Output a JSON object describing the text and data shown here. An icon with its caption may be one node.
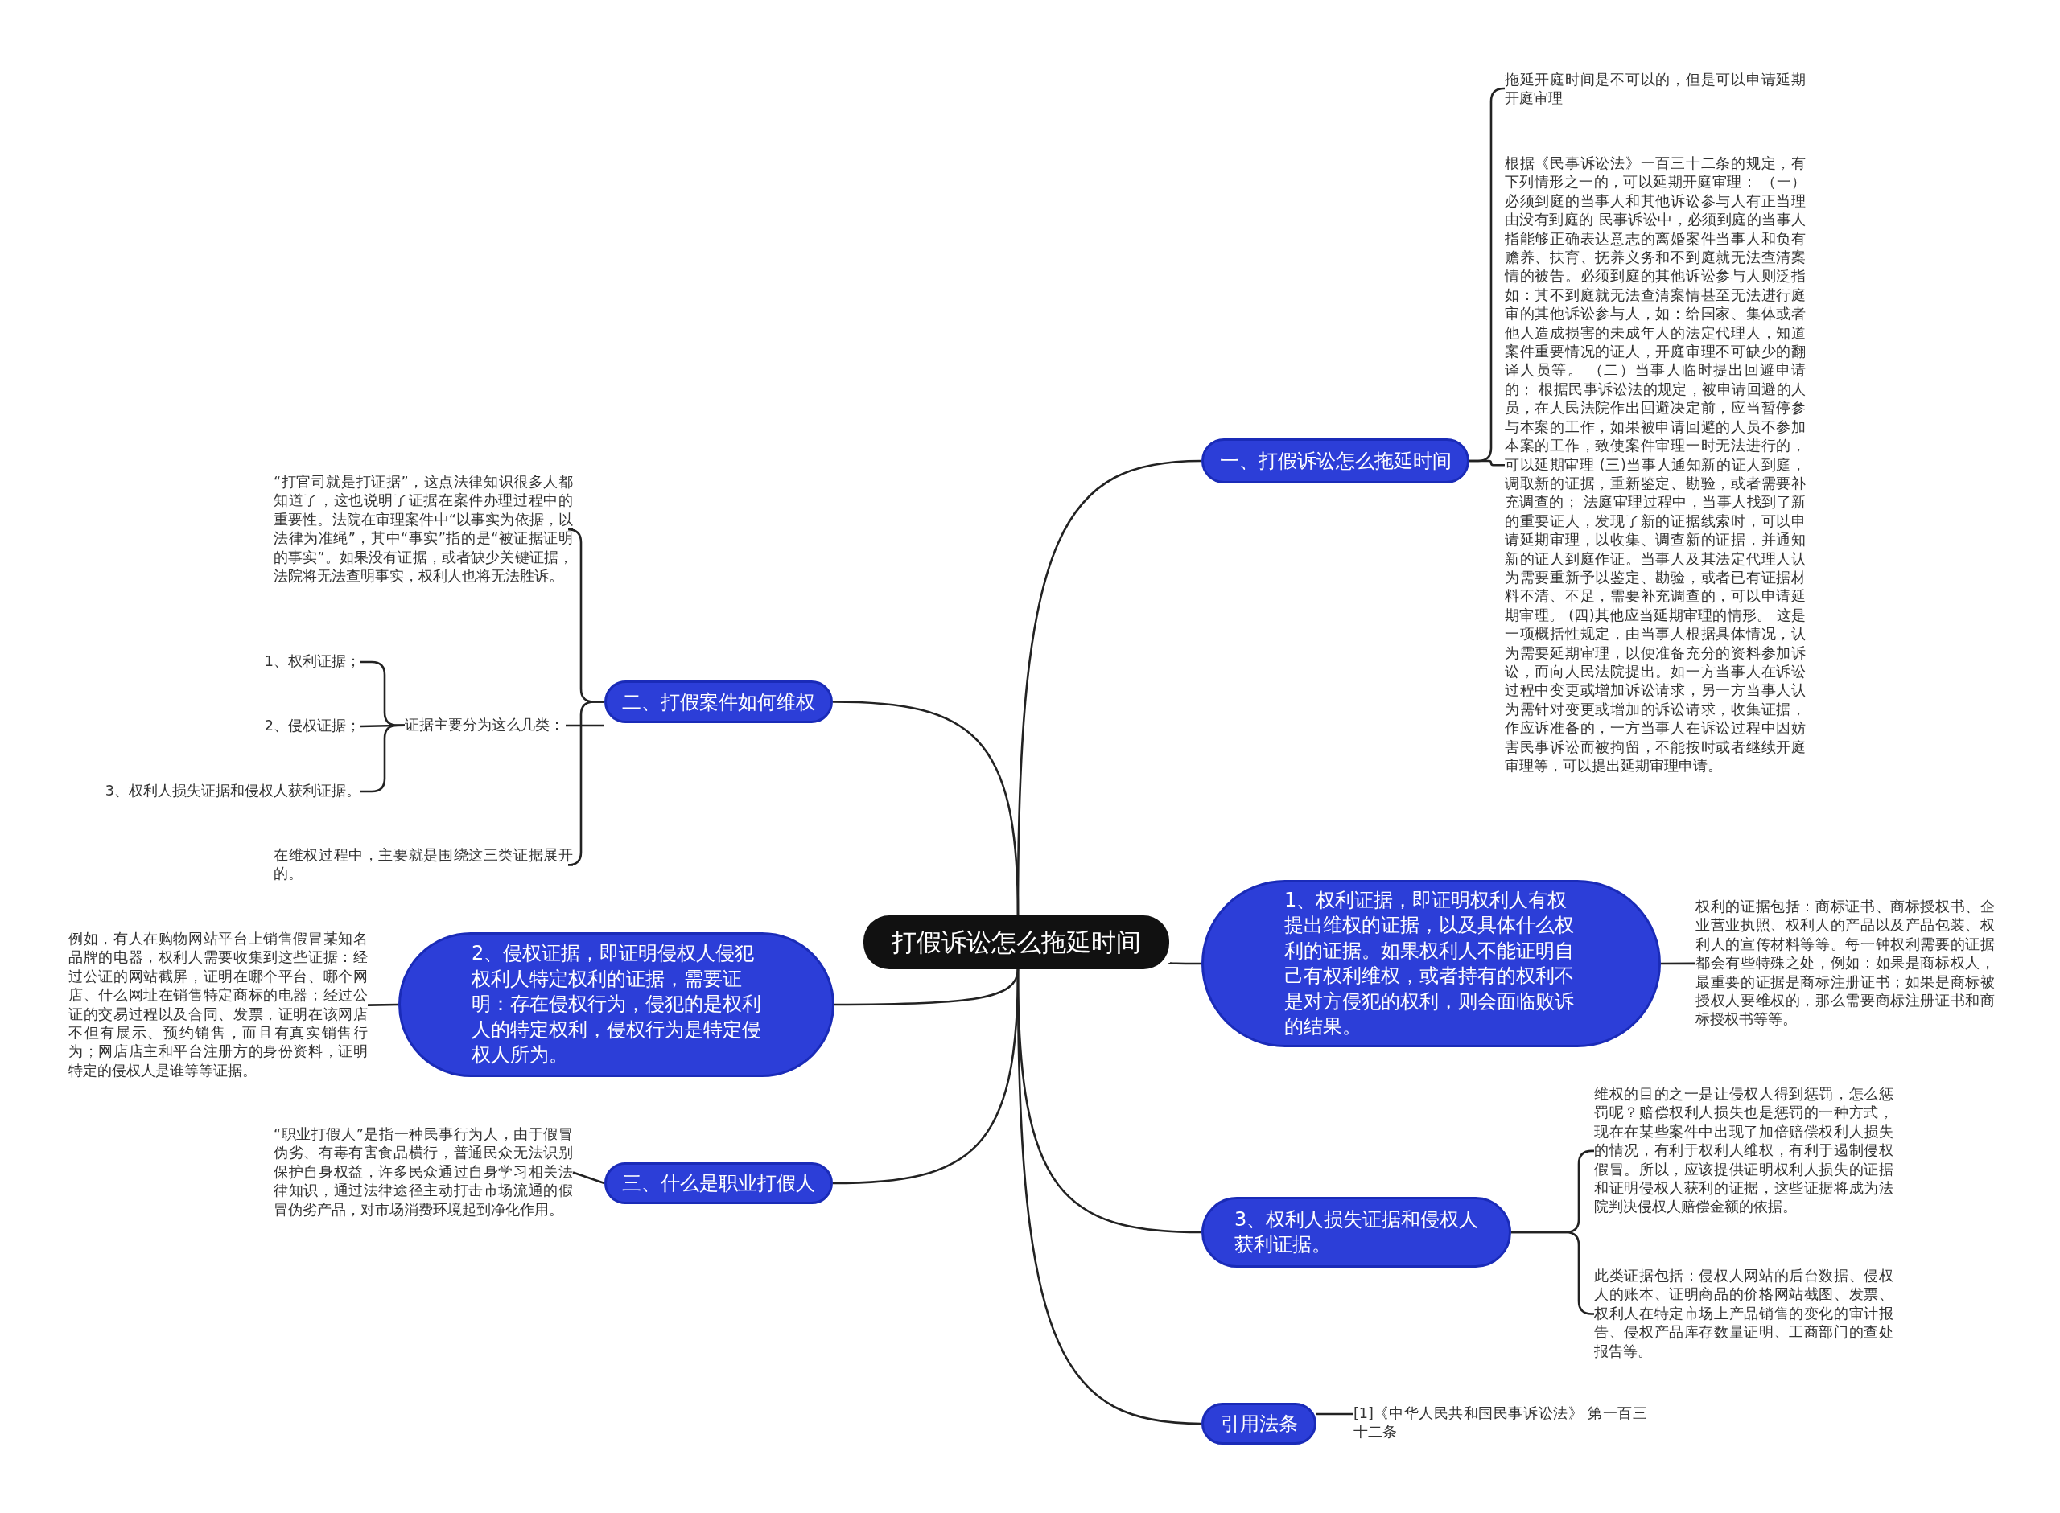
{
  "diagram": {
    "nodes": [
      {
        "text": [
          "打假诉讼怎么拖延时间"
        ]
      },
      {
        "text": [
          "一、打假诉讼怎么拖延时间"
        ]
      },
      {
        "text": [
          "拖延开庭时间是不可以的，但是可以申请延期开庭审理"
        ]
      },
      {
        "text": [
          "根据《民事诉讼法》一百三十二条的规定，有下列情形之一的，可以延期开庭审理： （一）必须到庭的当事人和其他诉讼参与人有正当理由没有到庭的 民事诉讼中，必须到庭的当事人指能够正确表达意志的离婚案件当事人和负有赡养、扶育、抚养义务和不到庭就无法查清案情的被告。必须到庭的其他诉讼参与人则泛指如：其不到庭就无法查清案情甚至无法进行庭审的其他诉讼参与人，如：给国家、集体或者他人造成损害的未成年人的法定代理人，知道案件重要情况的证人，开庭审理不可缺少的翻译人员等。 （二）当事人临时提出回避申请的； 根据民事诉讼法的规定，被申请回避的人员，在人民法院作出回避决定前，应当暂停参与本案的工作，如果被申请回避的人员不参加本案的工作，致使案件审理一时无法进行的，可以延期审理 (三)当事人通知新的证人到庭，调取新的证据，重新鉴定、勘验，或者需要补充调查的； 法庭审理过程中，当事人找到了新的重要证人，发现了新的证据线索时，可以申请延期审理，以收集、调查新的证据，并通知新的证人到庭作证。当事人及其法定代理人认为需要重新予以鉴定、勘验，或者已有证据材料不清、不足，需要补充调查的，可以申请延期审理。 (四)其他应当延期审理的情形。 这是一项概括性规定，由当事人根据具体情况，认为需要延期审理，以便准备充分的资料参加诉讼，而向人民法院提出。如一方当事人在诉讼过程中变更或增加诉讼请求，另一方当事人认为需针对变更或增加的诉讼请求，收集证据，作应诉准备的，一方当事人在诉讼过程中因妨害民事诉讼而被拘留，不能按时或者继续开庭审理等，可以提出延期审理申请。"
        ]
      },
      {
        "text": [
          "二、打假案件如何维权"
        ]
      },
      {
        "text": [
          "“打官司就是打证据”，这点法律知识很多人都知道了，这也说明了证据在案件办理过程中的重要性。法院在审理案件中“以事实为依据，以法律为准绳”，其中“事实”指的是“被证据证明的事实”。如果没有证据，或者缺少关键证据，法院将无法查明事实，权利人也将无法胜诉。"
        ]
      },
      {
        "text": [
          "证据主要分为这么几类："
        ]
      },
      {
        "text": [
          "1、权利证据；"
        ]
      },
      {
        "text": [
          "2、侵权证据；"
        ]
      },
      {
        "text": [
          "3、权利人损失证据和侵权人获利证据。"
        ]
      },
      {
        "text": [
          "在维权过程中，主要就是围绕这三类证据展开的。"
        ]
      },
      {
        "text": [
          "2、侵权证据，即证明侵权人侵犯权利人特定权利的证据，需要证明：存在侵权行为，侵犯的是权利人的特定权利，侵权行为是特定侵权人所为。"
        ]
      },
      {
        "text": [
          "例如，有人在购物网站平台上销售假冒某知名品牌的电器，权利人需要收集到这些证据：经过公证的网站截屏，证明在哪个平台、哪个网店、什么网址在销售特定商标的电器；经过公证的交易过程以及合同、发票，证明在该网店不但有展示、预约销售，而且有真实销售行为；网店店主和平台注册方的身份资料，证明特定的侵权人是谁等等证据。"
        ]
      },
      {
        "text": [
          "三、什么是职业打假人"
        ]
      },
      {
        "text": [
          "“职业打假人”是指一种民事行为人，由于假冒伪劣、有毒有害食品横行，普通民众无法识别保护自身权益，许多民众通过自身学习相关法律知识，通过法律途径主动打击市场流通的假冒伪劣产品，对市场消费环境起到净化作用。"
        ]
      },
      {
        "text": [
          "1、权利证据，即证明权利人有权提出维权的证据，以及具体什么权利的证据。如果权利人不能证明自己有权利维权，或者持有的权利不是对方侵犯的权利，则会面临败诉的结果。"
        ]
      },
      {
        "text": [
          "权利的证据包括：商标证书、商标授权书、企业营业执照、权利人的产品以及产品包装、权利人的宣传材料等等。每一钟权利需要的证据都会有些特殊之处，例如：如果是商标权人，最重要的证据是商标注册证书；如果是商标被授权人要维权的，那么需要商标注册证书和商标授权书等等。"
        ]
      },
      {
        "text": [
          "3、权利人损失证据和侵权人获利证据。"
        ]
      },
      {
        "text": [
          "维权的目的之一是让侵权人得到惩罚，怎么惩罚呢？赔偿权利人损失也是惩罚的一种方式，现在在某些案件中出现了加倍赔偿权利人损失的情况，有利于权利人维权，有利于遏制侵权假冒。所以，应该提供证明权利人损失的证据和证明侵权人获利的证据，这些证据将成为法院判决侵权人赔偿金额的依据。"
        ]
      },
      {
        "text": [
          "此类证据包括：侵权人网站的后台数据、侵权人的账本、证明商品的价格网站截图、发票、权利人在特定市场上产品销售的变化的审计报告、侵权产品库存数量证明、工商部门的查处报告等。"
        ]
      },
      {
        "text": [
          "引用法条"
        ]
      },
      {
        "text": [
          "[1]《中华人民共和国民事诉讼法》 第一百三十二条"
        ]
      }
    ],
    "edges": [
      {
        "from": 0,
        "to": 1,
        "arrow": "none"
      },
      {
        "from": 1,
        "to": 2,
        "arrow": "none"
      },
      {
        "from": 1,
        "to": 3,
        "arrow": "none"
      },
      {
        "from": 0,
        "to": 4,
        "arrow": "none"
      },
      {
        "from": 4,
        "to": 5,
        "arrow": "none"
      },
      {
        "from": 4,
        "to": 6,
        "arrow": "none"
      },
      {
        "from": 6,
        "to": 7,
        "arrow": "none"
      },
      {
        "from": 6,
        "to": 8,
        "arrow": "none"
      },
      {
        "from": 6,
        "to": 9,
        "arrow": "none"
      },
      {
        "from": 4,
        "to": 10,
        "arrow": "none"
      },
      {
        "from": 0,
        "to": 11,
        "arrow": "none"
      },
      {
        "from": 11,
        "to": 12,
        "arrow": "none"
      },
      {
        "from": 0,
        "to": 13,
        "arrow": "none"
      },
      {
        "from": 13,
        "to": 14,
        "arrow": "none"
      },
      {
        "from": 0,
        "to": 15,
        "arrow": "none"
      },
      {
        "from": 15,
        "to": 16,
        "arrow": "none"
      },
      {
        "from": 0,
        "to": 17,
        "arrow": "none"
      },
      {
        "from": 17,
        "to": 18,
        "arrow": "none"
      },
      {
        "from": 17,
        "to": 19,
        "arrow": "none"
      },
      {
        "from": 0,
        "to": 20,
        "arrow": "none"
      },
      {
        "from": 20,
        "to": 21,
        "arrow": "none"
      }
    ]
  }
}
